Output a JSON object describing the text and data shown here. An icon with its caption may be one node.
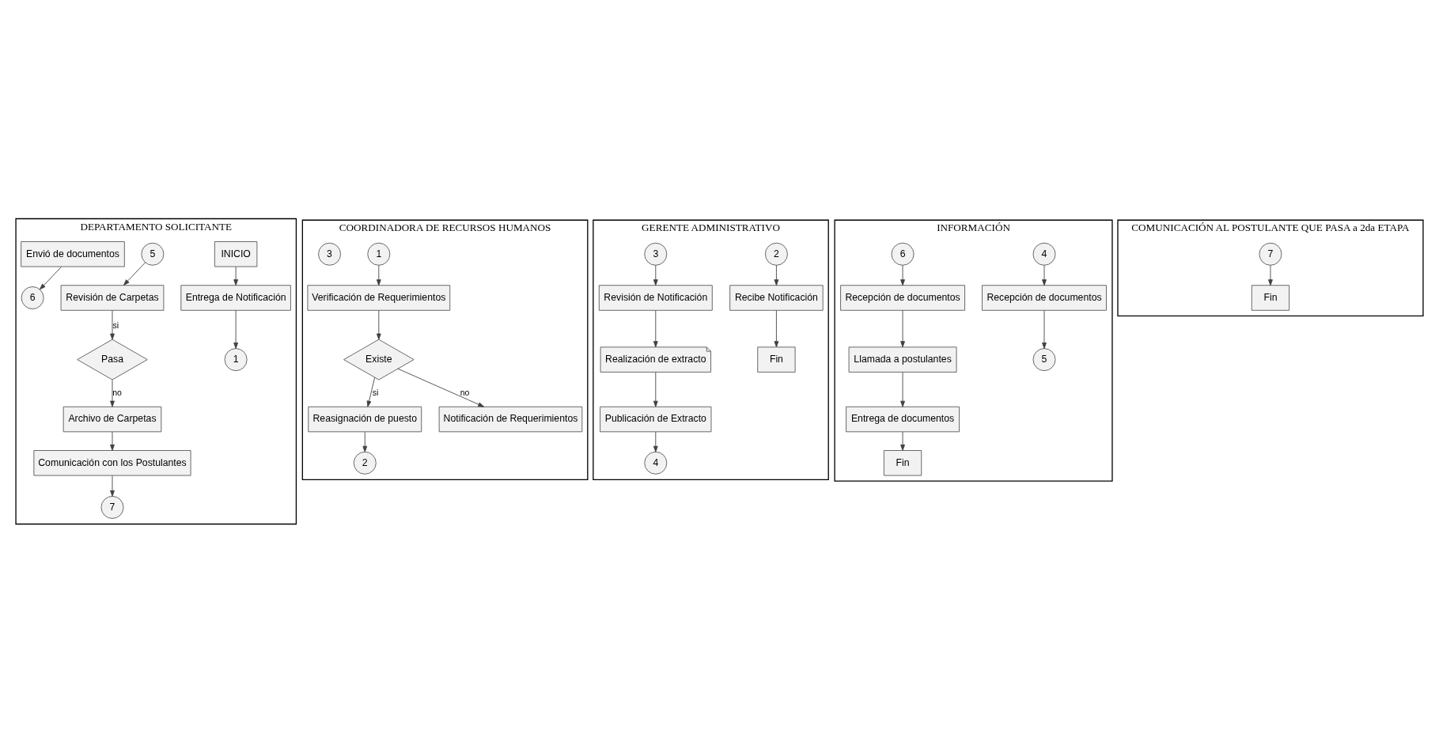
{
  "diagram": {
    "nodes": [
      {
        "text": [
          "DEPARTAMENTO SOLICITANTE"
        ]
      },
      {
        "text": [
          "INICIO"
        ],
        "in": 0
      },
      {
        "text": [
          "Entrega de Notificación"
        ],
        "in": 0
      },
      {
        "text": [
          "1"
        ],
        "in": 0
      },
      {
        "text": [
          "5"
        ],
        "in": 0
      },
      {
        "text": [
          "Revisión de Carpetas"
        ],
        "in": 0
      },
      {
        "text": [
          "Pasa"
        ],
        "in": 0
      },
      {
        "text": [
          "Envió de documentos"
        ],
        "in": 0
      },
      {
        "text": [
          "6"
        ],
        "in": 0
      },
      {
        "text": [
          "Archivo de Carpetas"
        ],
        "in": 0
      },
      {
        "text": [
          "Comunicación con los Postulantes"
        ],
        "in": 0
      },
      {
        "text": [
          "7"
        ],
        "in": 0
      },
      {
        "text": [
          "COORDINADORA DE RECURSOS HUMANOS"
        ]
      },
      {
        "text": [
          "1"
        ],
        "in": 12
      },
      {
        "text": [
          "Verificación de Requerimientos"
        ],
        "in": 12
      },
      {
        "text": [
          "Existe"
        ],
        "in": 12
      },
      {
        "text": [
          "Reasignación de puesto"
        ],
        "in": 12
      },
      {
        "text": [
          "2"
        ],
        "in": 12
      },
      {
        "text": [
          "Notificación de Requerimientos"
        ],
        "in": 12
      },
      {
        "text": [
          "3"
        ],
        "in": 12
      },
      {
        "text": [
          "GERENTE ADMINISTRATIVO"
        ]
      },
      {
        "text": [
          "2"
        ],
        "in": 20
      },
      {
        "text": [
          "Recibe Notificación"
        ],
        "in": 20
      },
      {
        "text": [
          "Fin"
        ],
        "in": 20
      },
      {
        "text": [
          "3"
        ],
        "in": 20
      },
      {
        "text": [
          "Revisión de Notificación"
        ],
        "in": 20
      },
      {
        "text": [
          "Realización de extracto"
        ],
        "in": 20
      },
      {
        "text": [
          "Publicación de Extracto"
        ],
        "in": 20
      },
      {
        "text": [
          "4"
        ],
        "in": 20
      },
      {
        "text": [
          "INFORMACIÓN"
        ]
      },
      {
        "text": [
          "4"
        ],
        "in": 29
      },
      {
        "text": [
          "Recepción de documentos"
        ],
        "in": 29
      },
      {
        "text": [
          "5"
        ],
        "in": 29
      },
      {
        "text": [
          "6"
        ],
        "in": 29
      },
      {
        "text": [
          "Recepción de documentos"
        ],
        "in": 29
      },
      {
        "text": [
          "Llamada a postulantes"
        ],
        "in": 29
      },
      {
        "text": [
          "Entrega de documentos"
        ],
        "in": 29
      },
      {
        "text": [
          "Fin"
        ],
        "in": 29
      },
      {
        "text": [
          "COMUNICACIÓN AL POSTULANTE QUE PASA a 2da ETAPA"
        ]
      },
      {
        "text": [
          "7"
        ],
        "in": 38
      },
      {
        "text": [
          "Fin"
        ],
        "in": 38
      }
    ],
    "edges": [
      {
        "from": 1,
        "to": 2,
        "arrow": "to"
      },
      {
        "from": 2,
        "to": 3,
        "arrow": "to"
      },
      {
        "from": 4,
        "to": 5,
        "arrow": "to"
      },
      {
        "from": 5,
        "to": 6,
        "arrow": "to",
        "label": "si"
      },
      {
        "from": 6,
        "to": 9,
        "arrow": "to",
        "label": "no"
      },
      {
        "from": 7,
        "to": 8,
        "arrow": "to"
      },
      {
        "from": 9,
        "to": 10,
        "arrow": "to"
      },
      {
        "from": 10,
        "to": 11,
        "arrow": "to"
      },
      {
        "from": 13,
        "to": 14,
        "arrow": "to"
      },
      {
        "from": 14,
        "to": 15,
        "arrow": "to"
      },
      {
        "from": 15,
        "to": 16,
        "arrow": "to",
        "label": "si"
      },
      {
        "from": 16,
        "to": 17,
        "arrow": "to"
      },
      {
        "from": 15,
        "to": 18,
        "arrow": "to",
        "label": "no"
      },
      {
        "from": 21,
        "to": 22,
        "arrow": "to"
      },
      {
        "from": 22,
        "to": 23,
        "arrow": "to"
      },
      {
        "from": 24,
        "to": 25,
        "arrow": "to"
      },
      {
        "from": 25,
        "to": 26,
        "arrow": "to"
      },
      {
        "from": 26,
        "to": 27,
        "arrow": "to"
      },
      {
        "from": 27,
        "to": 28,
        "arrow": "to"
      },
      {
        "from": 30,
        "to": 31,
        "arrow": "to"
      },
      {
        "from": 31,
        "to": 32,
        "arrow": "to"
      },
      {
        "from": 33,
        "to": 34,
        "arrow": "to"
      },
      {
        "from": 34,
        "to": 35,
        "arrow": "to"
      },
      {
        "from": 35,
        "to": 36,
        "arrow": "to"
      },
      {
        "from": 36,
        "to": 37,
        "arrow": "to"
      },
      {
        "from": 39,
        "to": 40,
        "arrow": "to"
      }
    ]
  }
}
